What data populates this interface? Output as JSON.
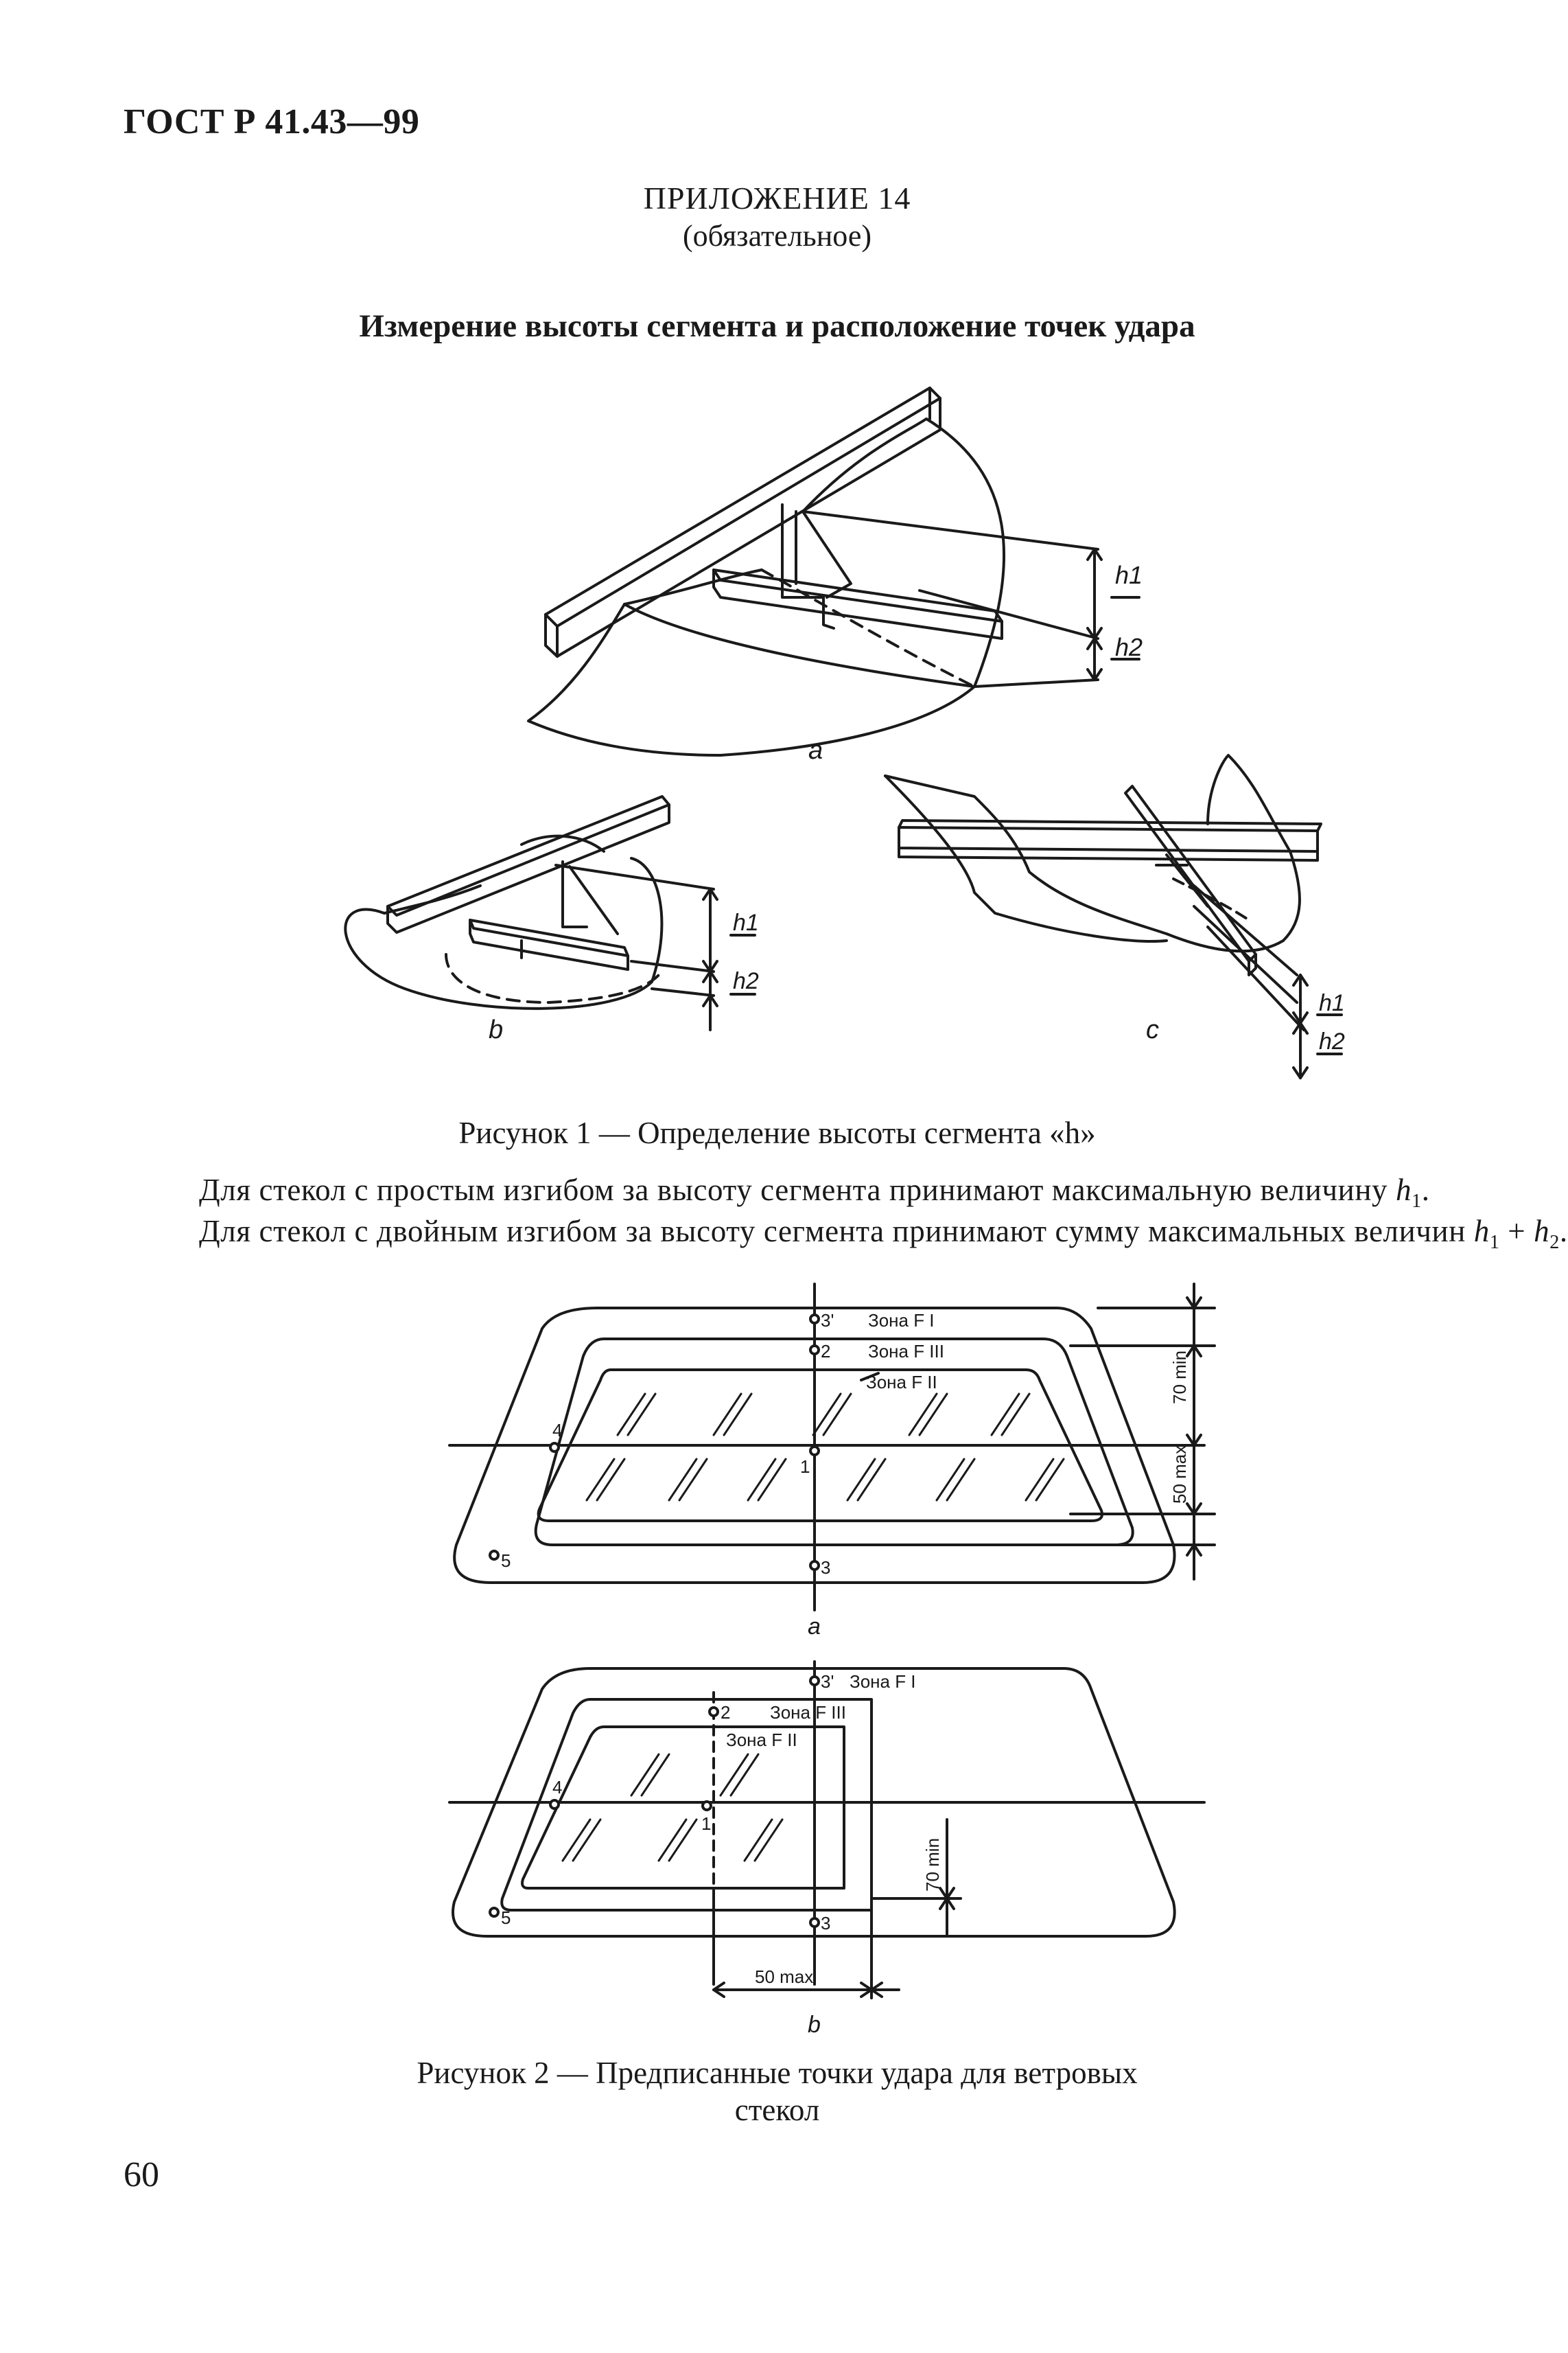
{
  "header": {
    "doc_code": "ГОСТ Р 41.43—99"
  },
  "appendix": {
    "title": "ПРИЛОЖЕНИЕ 14",
    "note": "(обязательное)"
  },
  "section_title": "Измерение высоты сегмента и расположение точек удара",
  "figure1": {
    "caption": "Рисунок 1 — Определение высоты сегмента «h»",
    "panel_a": "a",
    "panel_b": "b",
    "panel_c": "c",
    "h1": "h1",
    "h2": "h2"
  },
  "paragraphs": {
    "p1_text": "Для стекол с простым изгибом за высоту сегмента принимают максимальную величину ",
    "p1_var": "h",
    "p1_sub": "1",
    "p1_end": ".",
    "p2_text": "Для стекол с двойным изгибом за высоту сегмента принимают сумму максимальных величин ",
    "p2_var1": "h",
    "p2_sub1": "1",
    "p2_plus": " + ",
    "p2_var2": "h",
    "p2_sub2": "2",
    "p2_end": "."
  },
  "figure2": {
    "caption_line1": "Рисунок 2 — Предписанные точки удара для ветровых",
    "caption_line2": "стекол",
    "panel_a": {
      "label": "a",
      "zone_f1": "Зона F I",
      "zone_f3": "Зона F III",
      "zone_f2": "Зона F II",
      "dim_70": "70 min",
      "dim_50": "50 max",
      "points": [
        "1",
        "2",
        "3",
        "3'",
        "4",
        "5"
      ]
    },
    "panel_b": {
      "label": "b",
      "zone_f1": "Зона F I",
      "zone_f3": "Зона F III",
      "zone_f2": "Зона F II",
      "dim_70": "70 min",
      "dim_50": "50 max",
      "points": [
        "1",
        "2",
        "3",
        "3'",
        "4",
        "5"
      ]
    }
  },
  "page_number": "60"
}
